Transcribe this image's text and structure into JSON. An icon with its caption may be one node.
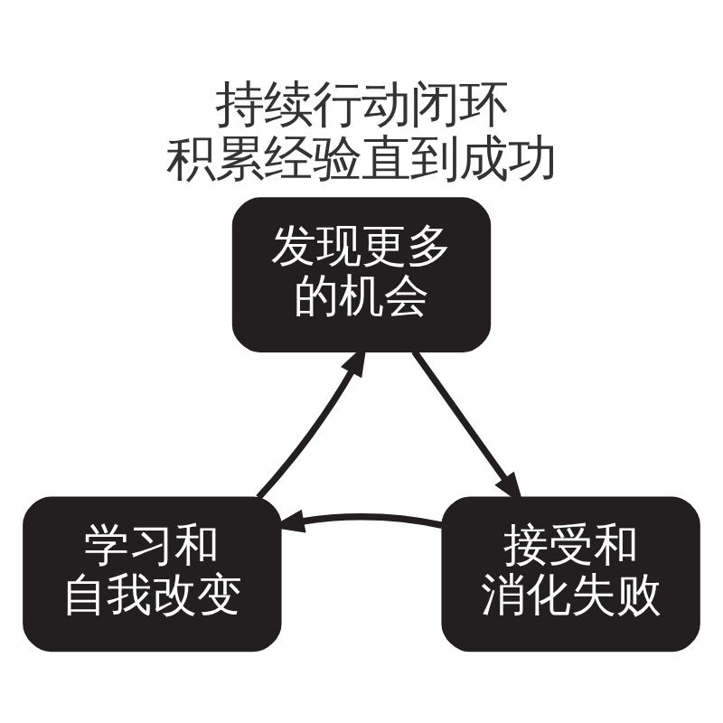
{
  "diagram": {
    "title": "持续行动闭环积累经验直到成功",
    "nodes": [
      {
        "text": [
          "发现更多的机会"
        ]
      },
      {
        "text": [
          "学习和自我改变"
        ]
      },
      {
        "text": [
          "接受和消化失败"
        ]
      }
    ],
    "edges": [
      {
        "from": 0,
        "to": 2,
        "arrow": "to"
      },
      {
        "from": 2,
        "to": 1,
        "arrow": "to"
      },
      {
        "from": 1,
        "to": 0,
        "arrow": "to"
      }
    ]
  }
}
